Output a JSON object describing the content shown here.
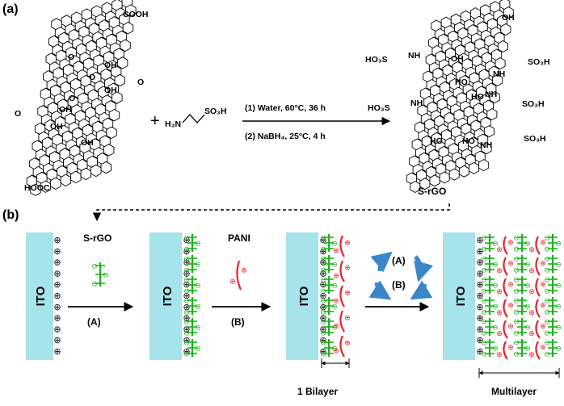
{
  "panel_a": {
    "label": "(a)",
    "go_groups": {
      "cooh_top": "COOH",
      "cooh_bottom": "HOOC",
      "oh": "OH",
      "o": "O"
    },
    "plus": "+",
    "reagent": {
      "h2n": "H₃N",
      "so3h": "SO₃H"
    },
    "conditions": {
      "step1": "(1) Water, 60°C, 36 h",
      "step2": "(2) NaBH₄, 25°C, 4 h"
    },
    "product": {
      "name": "S-rGO",
      "groups": {
        "so3h_right": "SO₃H",
        "so3h_left": "HO₃S",
        "nh": "NH",
        "ho": "HO",
        "oh": "OH"
      }
    }
  },
  "panel_b": {
    "label": "(b)",
    "ito": "ITO",
    "plus_sign": "⊕",
    "minus_sign": "⊖",
    "species_srgo": "S-rGO",
    "species_pani": "PANI",
    "step_a": "(A)",
    "step_b": "(B)",
    "bilayer": "1 Bilayer",
    "multilayer": "Multilayer"
  },
  "colors": {
    "ito": "#a6e3ea",
    "srgo": "#19b219",
    "pani": "#e8232b",
    "cycle_arrow": "#3a86c8"
  }
}
